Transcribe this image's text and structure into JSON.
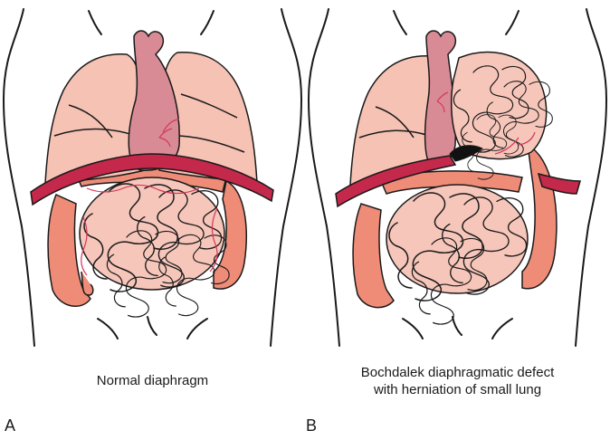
{
  "panels": [
    {
      "letter": "A",
      "caption_lines": [
        "Normal diaphragm"
      ]
    },
    {
      "letter": "B",
      "caption_lines": [
        "Bochdalek diaphragmatic defect",
        "with herniation of small lung"
      ]
    }
  ],
  "colors": {
    "outline": "#1a1a1a",
    "lung": "#f5c2b4",
    "heart": "#d98b95",
    "diaphragm": "#c4284a",
    "small_intestine": "#f7c6ba",
    "large_intestine": "#ef8c78",
    "vessel": "#d4375a",
    "defect": "#111111"
  }
}
